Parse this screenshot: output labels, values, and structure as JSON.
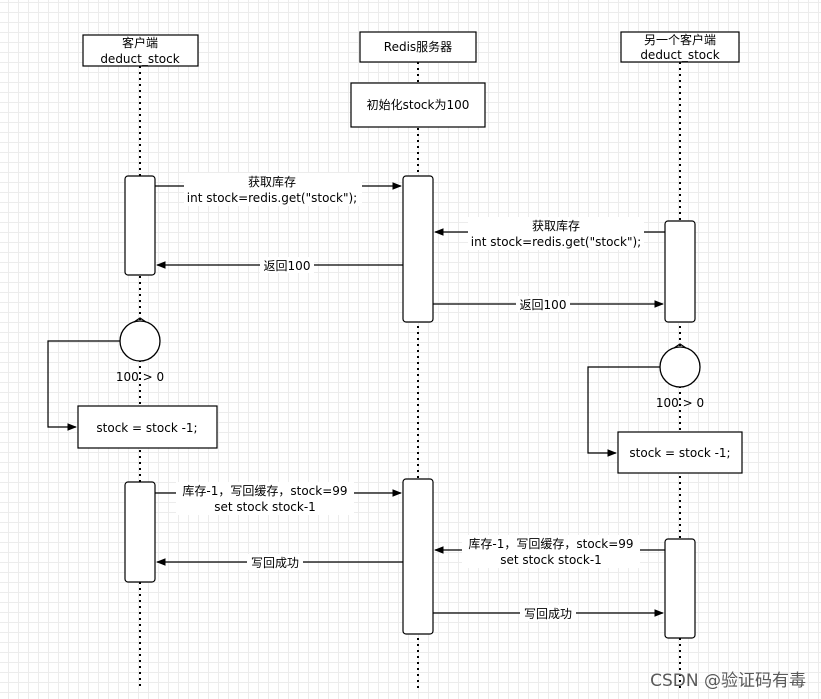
{
  "participants": {
    "client": {
      "line1": "客户端",
      "line2": "deduct_stock"
    },
    "redis": {
      "line1": "Redis服务器"
    },
    "other_client": {
      "line1": "另一个客户端",
      "line2": "deduct_stock"
    }
  },
  "redis_init": "初始化stock为100",
  "messages": {
    "client_get_l1": "获取库存",
    "client_get_l2": "int stock=redis.get(\"stock\");",
    "other_get_l1": "获取库存",
    "other_get_l2": "int stock=redis.get(\"stock\");",
    "return_client": "返回100",
    "return_other": "返回100",
    "client_write_l1": "库存-1，写回缓存，stock=99",
    "client_write_l2": "set stock stock-1",
    "other_write_l1": "库存-1，写回缓存，stock=99",
    "other_write_l2": "set stock stock-1",
    "write_ok_client": "写回成功",
    "write_ok_other": "写回成功"
  },
  "client_check": "100 > 0",
  "client_decrement": "stock = stock -1;",
  "other_check": "100 > 0",
  "other_decrement": "stock = stock -1;",
  "watermark": "CSDN @验证码有毒"
}
